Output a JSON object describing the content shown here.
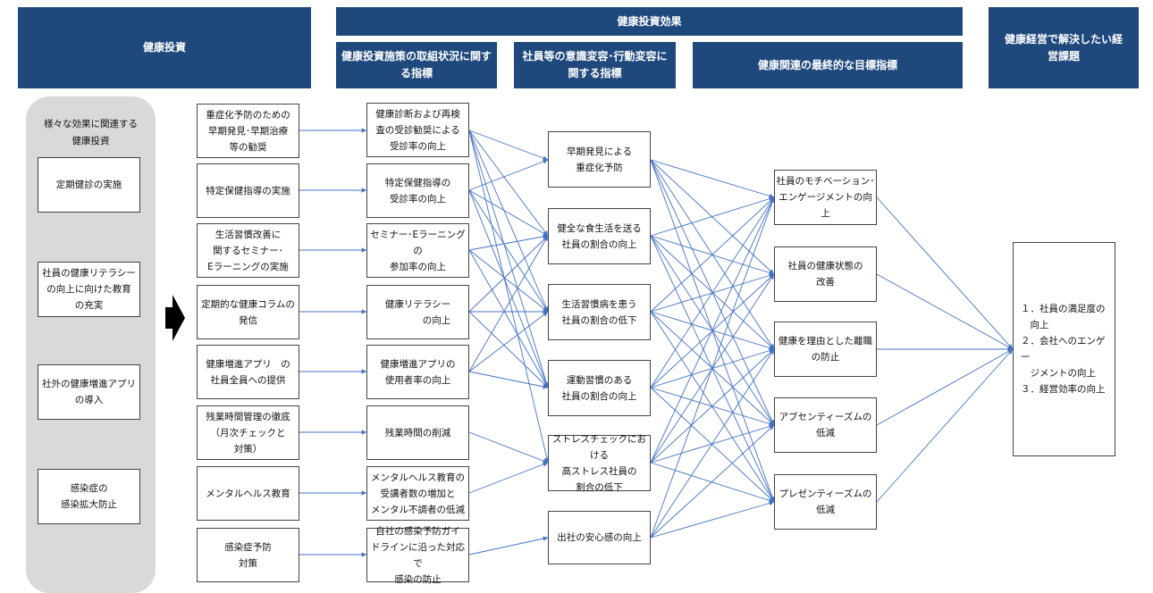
{
  "headers": {
    "investment": "健康投資",
    "effects": "健康投資効果",
    "initiatives": "健康投資施策の取組状況に関する指標",
    "behavior": "社員等の意識変容･行動変容に関する指標",
    "final": "健康関連の最終的な目標指標",
    "issues": "健康経営で解決したい経営課題"
  },
  "panel": {
    "title": "様々な効果に関連する\n健康投資",
    "items": [
      "定期健診の実施",
      "社員の健康リテラシー\nの向上に向けた教育\nの充実",
      "社外の健康増進アプリ\nの導入",
      "感染症の\n感染拡大防止"
    ]
  },
  "col1": [
    "重症化予防のための\n早期発見･早期治療\n等の勧奨",
    "特定保健指導の実施",
    "生活習慣改善に\n関するセミナー･\nEラーニングの実施",
    "定期的な健康コラムの\n発信",
    "健康増進アプリ　の\n社員全員への提供",
    "残業時間管理の徹底\n（月次チェックと\n対策）",
    "メンタルヘルス教育",
    "感染症予防\n対策"
  ],
  "col2": [
    "健康診断および再検\n査の受診勧奨による\n受診率の向上",
    "特定保健指導の\n受診率の向上",
    "セミナー･Eラーニングの\n参加率の向上",
    "健康リテラシー\n　　　　の向上",
    "健康増進アプリの\n使用者率の向上",
    "残業時間の削減",
    "メンタルヘルス教育の\n受講者数の増加と\nメンタル不調者の低減",
    "自社の感染予防ガイ\nドラインに沿った対応で\n感染の防止"
  ],
  "col3": [
    "早期発見による\n重症化予防",
    "健全な食生活を送る\n社員の割合の向上",
    "生活習慣病を患う\n社員の割合の低下",
    "運動習慣のある\n社員の割合の向上",
    "ストレスチェックにおける\n高ストレス社員の\n割合の低下",
    "出社の安心感の向上"
  ],
  "col4": [
    "社員のモチベーション･\nエンゲージメントの向上",
    "社員の健康状態の\n改善",
    "健康を理由とした離職\nの防止",
    "アブセンティーズムの\n低減",
    "プレゼンティーズムの\n低減"
  ],
  "col5": [
    "１．社員の満足度の\n　向上\n２．会社へのエンゲー\n　ジメントの向上\n３．経営効率の向上"
  ],
  "colors": {
    "header": "#1f497d",
    "line": "#4472c4",
    "panel": "#d9d9d9"
  }
}
